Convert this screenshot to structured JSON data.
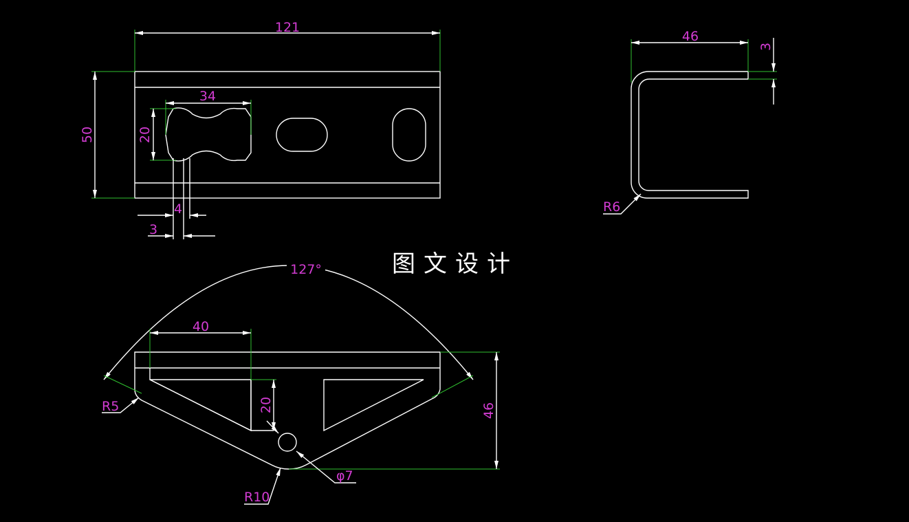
{
  "title": "图文设计",
  "dimensions": {
    "top_width": "121",
    "top_height": "50",
    "slot_width": "34",
    "slot_height": "20",
    "dim_4": "4",
    "dim_3": "3",
    "side_width": "46",
    "side_thickness": "3",
    "side_radius": "R6",
    "angle": "127°",
    "bottom_width": "40",
    "bottom_20": "20",
    "bottom_height": "46",
    "radius_r5": "R5",
    "radius_r10": "R10",
    "hole_dia": "φ7"
  },
  "colors": {
    "background": "#000000",
    "outline": "#ffffff",
    "extension_lines": "#2fbf2f",
    "dimension_text": "#d23cd2"
  }
}
